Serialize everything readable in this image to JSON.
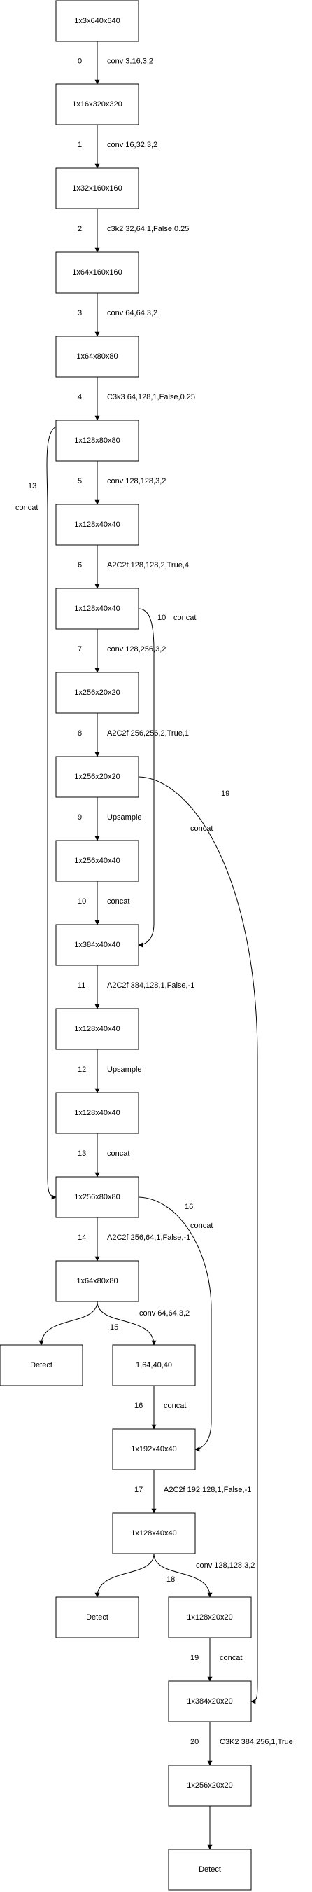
{
  "nodes": [
    {
      "id": "n0",
      "text": "1x3x640x640"
    },
    {
      "id": "n1",
      "text": "1x16x320x320"
    },
    {
      "id": "n2",
      "text": "1x32x160x160"
    },
    {
      "id": "n3",
      "text": "1x64x160x160"
    },
    {
      "id": "n4",
      "text": "1x64x80x80"
    },
    {
      "id": "n5",
      "text": "1x128x80x80"
    },
    {
      "id": "n6",
      "text": "1x128x40x40"
    },
    {
      "id": "n7",
      "text": "1x128x40x40"
    },
    {
      "id": "n8",
      "text": "1x256x20x20"
    },
    {
      "id": "n9",
      "text": "1x256x20x20"
    },
    {
      "id": "n10",
      "text": "1x256x40x40"
    },
    {
      "id": "n11",
      "text": "1x384x40x40"
    },
    {
      "id": "n12",
      "text": "1x128x40x40"
    },
    {
      "id": "n13",
      "text": "1x128x40x40"
    },
    {
      "id": "n14",
      "text": "1x256x80x80"
    },
    {
      "id": "n15",
      "text": "1x64x80x80"
    },
    {
      "id": "n16",
      "text": "Detect"
    },
    {
      "id": "n17",
      "text": "1,64,40,40"
    },
    {
      "id": "n18",
      "text": "1x192x40x40"
    },
    {
      "id": "n19",
      "text": "1x128x40x40"
    },
    {
      "id": "n20",
      "text": "Detect"
    },
    {
      "id": "n21",
      "text": "1x128x20x20"
    },
    {
      "id": "n22",
      "text": "1x384x20x20"
    },
    {
      "id": "n23",
      "text": "1x256x20x20"
    },
    {
      "id": "n24",
      "text": "Detect"
    }
  ],
  "edges": [
    {
      "from": "n0",
      "to": "n1",
      "index": "0",
      "op": "conv 3,16,3,2"
    },
    {
      "from": "n1",
      "to": "n2",
      "index": "1",
      "op": "conv 16,32,3,2"
    },
    {
      "from": "n2",
      "to": "n3",
      "index": "2",
      "op": "c3k2 32,64,1,False,0.25"
    },
    {
      "from": "n3",
      "to": "n4",
      "index": "3",
      "op": "conv 64,64,3,2"
    },
    {
      "from": "n4",
      "to": "n5",
      "index": "4",
      "op": "C3k3 64,128,1,False,0.25"
    },
    {
      "from": "n5",
      "to": "n6",
      "index": "5",
      "op": "conv 128,128,3,2"
    },
    {
      "from": "n6",
      "to": "n7",
      "index": "6",
      "op": "A2C2f 128,128,2,True,4"
    },
    {
      "from": "n7",
      "to": "n8",
      "index": "7",
      "op": "conv 128,256,3,2"
    },
    {
      "from": "n8",
      "to": "n9",
      "index": "8",
      "op": "A2C2f 256,256,2,True,1"
    },
    {
      "from": "n9",
      "to": "n10",
      "index": "9",
      "op": "Upsample"
    },
    {
      "from": "n10",
      "to": "n11",
      "index": "10",
      "op": "concat"
    },
    {
      "from": "n11",
      "to": "n12",
      "index": "11",
      "op": "A2C2f 384,128,1,False,-1"
    },
    {
      "from": "n12",
      "to": "n13",
      "index": "12",
      "op": "Upsample"
    },
    {
      "from": "n13",
      "to": "n14",
      "index": "13",
      "op": "concat"
    },
    {
      "from": "n14",
      "to": "n15",
      "index": "14",
      "op": "A2C2f 256,64,1,False,-1"
    },
    {
      "from": "n15",
      "to": "n16",
      "index": "",
      "op": ""
    },
    {
      "from": "n15",
      "to": "n17",
      "index": "15",
      "op": "conv 64,64,3,2"
    },
    {
      "from": "n17",
      "to": "n18",
      "index": "16",
      "op": "concat"
    },
    {
      "from": "n18",
      "to": "n19",
      "index": "17",
      "op": "A2C2f 192,128,1,False,-1"
    },
    {
      "from": "n19",
      "to": "n20",
      "index": "",
      "op": ""
    },
    {
      "from": "n19",
      "to": "n21",
      "index": "18",
      "op": "conv 128,128,3,2"
    },
    {
      "from": "n21",
      "to": "n22",
      "index": "19",
      "op": "concat"
    },
    {
      "from": "n22",
      "to": "n23",
      "index": "20",
      "op": "C3K2 384,256,1,True"
    },
    {
      "from": "n23",
      "to": "n24",
      "index": "",
      "op": ""
    }
  ],
  "skip_connections": [
    {
      "from": "n5",
      "to": "n14",
      "index": "13",
      "op": "concat"
    },
    {
      "from": "n7",
      "to": "n11",
      "index": "10",
      "op": "concat"
    },
    {
      "from": "n9",
      "to": "n22",
      "index": "19",
      "op": "concat"
    },
    {
      "from": "n14",
      "to": "n18",
      "index": "16",
      "op": "concat"
    }
  ]
}
